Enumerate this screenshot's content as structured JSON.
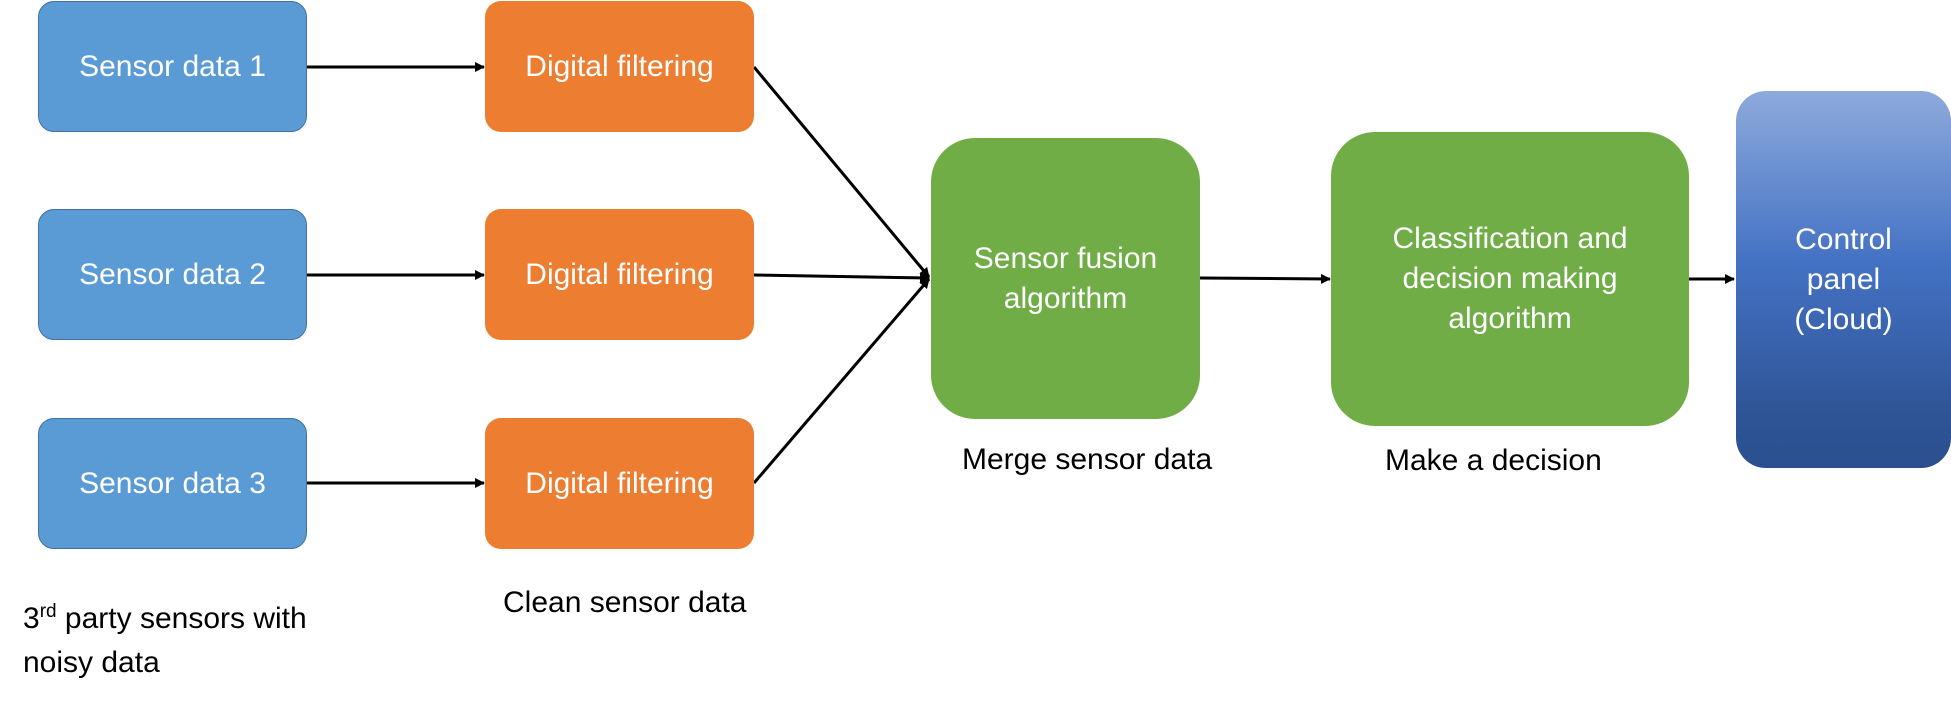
{
  "sensors": [
    {
      "label": "Sensor data 1"
    },
    {
      "label": "Sensor data 2"
    },
    {
      "label": "Sensor data 3"
    }
  ],
  "filters": [
    {
      "label": "Digital filtering"
    },
    {
      "label": "Digital filtering"
    },
    {
      "label": "Digital filtering"
    }
  ],
  "fusion": {
    "line1": "Sensor fusion",
    "line2": "algorithm"
  },
  "classification": {
    "line1": "Classification and",
    "line2": "decision making",
    "line3": "algorithm"
  },
  "control": {
    "line1": "Control",
    "line2": "panel",
    "line3": "(Cloud)"
  },
  "captions": {
    "sensors_prefix": "3",
    "sensors_sup": "rd",
    "sensors_line1_rest": " party sensors with",
    "sensors_line2": "noisy data",
    "filters": "Clean sensor data",
    "fusion": "Merge sensor data",
    "decision": "Make a decision"
  },
  "colors": {
    "sensor_fill": "#5b9bd5",
    "filter_fill": "#ed7d31",
    "algorithm_fill": "#70ad47",
    "cloud_fill": "#4472c4",
    "arrow": "#000000"
  }
}
